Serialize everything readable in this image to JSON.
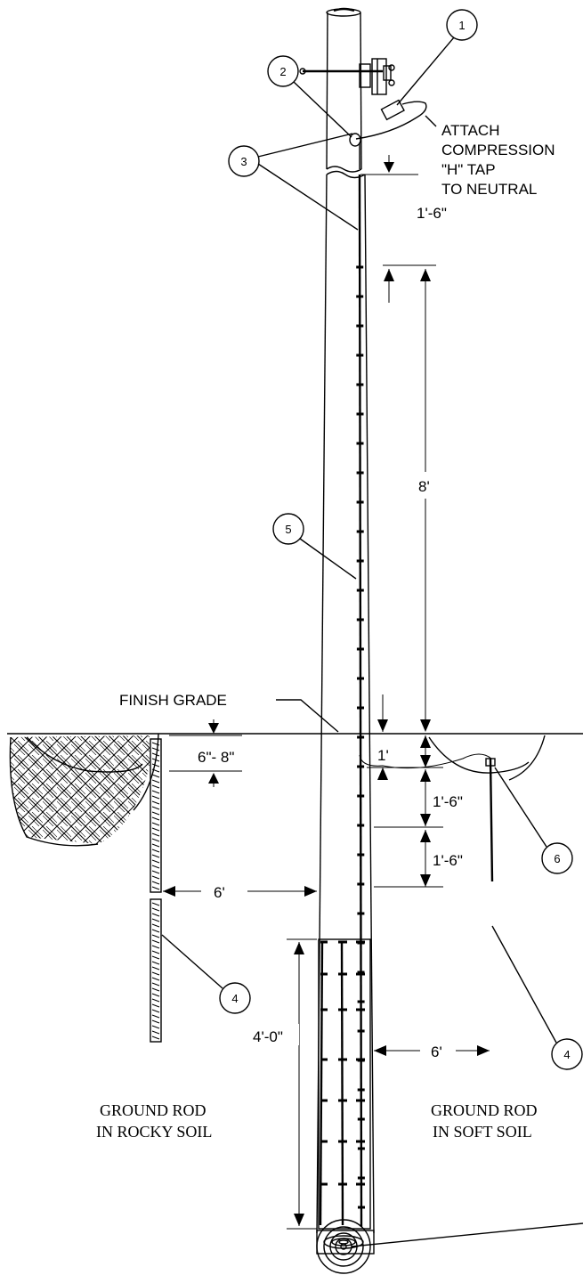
{
  "callouts": {
    "c1": "1",
    "c2": "2",
    "c3": "3",
    "c4a": "4",
    "c4b": "4",
    "c5": "5",
    "c6": "6"
  },
  "notes": {
    "attach_line1": "ATTACH",
    "attach_line2": "COMPRESSION",
    "attach_line3": "\"H\" TAP",
    "attach_line4": "TO NEUTRAL",
    "finish_grade": "FINISH GRADE"
  },
  "dimensions": {
    "top_gap": "1'-6\"",
    "wire_span": "8'",
    "below_grade": "1'",
    "rocky_depth": "6\"- 8\"",
    "staple_gap_1": "1'-6\"",
    "staple_gap_2": "1'-6\"",
    "rocky_offset": "6'",
    "soft_offset": "6'",
    "butt_wrap": "4'-0\""
  },
  "captions": {
    "rocky_line1": "GROUND ROD",
    "rocky_line2": "IN ROCKY SOIL",
    "soft_line1": "GROUND ROD",
    "soft_line2": "IN SOFT SOIL"
  }
}
